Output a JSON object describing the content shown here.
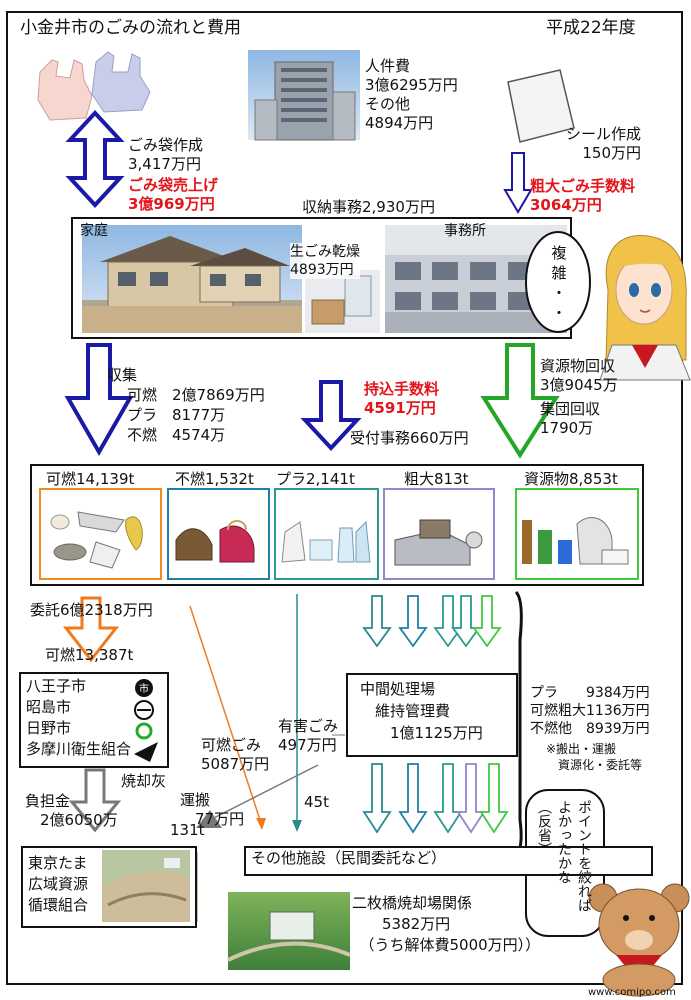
{
  "title": "小金井市のごみの流れと費用",
  "year": "平成22年度",
  "costs": {
    "labor": "人件費\n3億6295万円\nその他\n4894万円",
    "bag_make": "ごみ袋作成\n3,417万円",
    "bag_sales": "ごみ袋売上げ\n3億969万円",
    "seal_make": "シール作成\n150万円",
    "oversize_fee": "粗大ごみ手数料\n3064万円",
    "collection_admin": "収納事務2,930万円",
    "garbage_dry": "生ごみ乾燥\n4893万円",
    "collection_label": "収集",
    "collect_burn": "可燃　2億7869万円",
    "collect_plastic": "プラ　8177万",
    "collect_nonburn": "不燃　4574万",
    "bringin_fee": "持込手数料\n4591万円",
    "reception_admin": "受付事務660万円",
    "resource_collect": "資源物回収\n3億9045万",
    "group_collect": "集団回収\n1790万",
    "entrust": "委託6億2318万円",
    "burn_tons": "可燃13,387t",
    "burn_other": "可燃ごみ\n5087万円",
    "hazard": "有害ごみ\n497万円",
    "hazard_t": "45t",
    "intermediate": "中間処理場\n　維持管理費\n　　1億1125万円",
    "outsourced_costs": "プラ　　9384万円\n可燃粗大1136万円\n不燃他　8939万円",
    "outsourced_note": "※搬出・運搬\n　資源化・委託等",
    "burden": "負担金\n　2億6050万",
    "ash": "焼却灰",
    "transport": "運搬\n　77万円",
    "ash_t": "131t",
    "other_facility": "その他施設（民間委託など）",
    "nimaibashi": "二枚橋焼却場関係\n　　5382万円\n　（うち解体費5000万円））"
  },
  "places": {
    "home": "家庭",
    "office": "事務所",
    "cities": "八王子市\n昭島市\n日野市\n多摩川衛生組合",
    "tokyo_tama": "東京たま\n広域資源\n循環組合"
  },
  "categories": [
    {
      "label": "可燃14,139t",
      "color": "#f08a1e"
    },
    {
      "label": "不燃1,532t",
      "color": "#1f7fa8"
    },
    {
      "label": "プラ2,141t",
      "color": "#2a9a8e"
    },
    {
      "label": "粗大813t",
      "color": "#8f87cf"
    },
    {
      "label": "資源物8,853t",
      "color": "#3fc93f"
    }
  ],
  "speech": {
    "girl": "複\n雑\n・\n・",
    "bear": "ポイントを絞れば\nよかったかな\n（反省）"
  },
  "watermark": "www.comipo.com"
}
